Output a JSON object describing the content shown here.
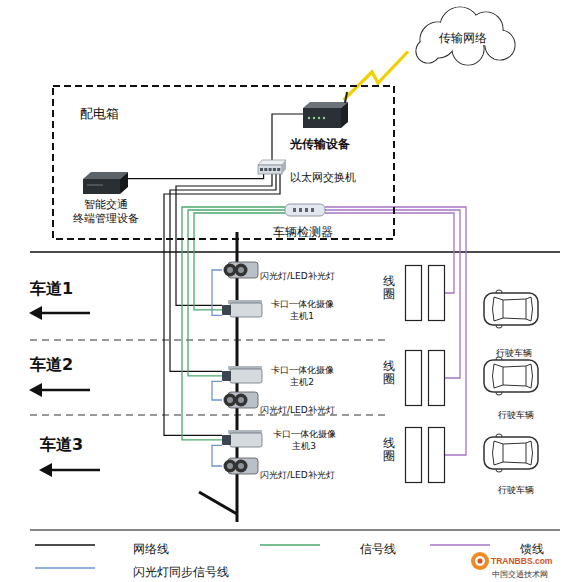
{
  "diagram": {
    "nodes": [
      {
        "text": [
          "配电箱"
        ]
      },
      {
        "text": [
          "光传输设备"
        ],
        "in": 0
      },
      {
        "text": [
          "以太网交换机"
        ],
        "in": 0
      },
      {
        "text": [
          "智能交通 终端管理设备"
        ],
        "in": 0
      },
      {
        "text": [
          "车辆检测器"
        ],
        "in": 0
      },
      {
        "text": [
          "传输网络"
        ]
      },
      {
        "text": [
          "闪光灯/LED补光灯"
        ]
      },
      {
        "text": [
          "卡口一体化摄像 主机1"
        ]
      },
      {
        "text": [
          "卡口一体化摄像 主机2"
        ]
      },
      {
        "text": [
          "闪光灯/LED补光灯"
        ]
      },
      {
        "text": [
          "卡口一体化摄像 主机3"
        ]
      },
      {
        "text": [
          "闪光灯/LED补光灯"
        ]
      },
      {
        "text": [
          "线圈"
        ]
      },
      {
        "text": [
          "线圈"
        ]
      },
      {
        "text": [
          "线圈"
        ]
      },
      {
        "text": [
          "行驶车辆"
        ]
      },
      {
        "text": [
          "行驶车辆"
        ]
      },
      {
        "text": [
          "行驶车辆"
        ]
      }
    ],
    "edges": [
      {
        "from": 1,
        "to": 5,
        "arrow": "none"
      },
      {
        "from": 2,
        "to": 1,
        "arrow": "none"
      },
      {
        "from": 3,
        "to": 2,
        "arrow": "none"
      },
      {
        "from": 2,
        "to": 7,
        "arrow": "none"
      },
      {
        "from": 2,
        "to": 8,
        "arrow": "none"
      },
      {
        "from": 2,
        "to": 10,
        "arrow": "none"
      },
      {
        "from": 4,
        "to": 7,
        "arrow": "none"
      },
      {
        "from": 4,
        "to": 8,
        "arrow": "none"
      },
      {
        "from": 4,
        "to": 10,
        "arrow": "none"
      },
      {
        "from": 4,
        "to": 12,
        "arrow": "none"
      },
      {
        "from": 4,
        "to": 13,
        "arrow": "none"
      },
      {
        "from": 4,
        "to": 14,
        "arrow": "none"
      },
      {
        "from": 7,
        "to": 6,
        "arrow": "none"
      },
      {
        "from": 8,
        "to": 9,
        "arrow": "none"
      },
      {
        "from": 10,
        "to": 11,
        "arrow": "none"
      }
    ],
    "labels": [
      "车道1",
      "车道2",
      "车道3",
      "TRANBBS.com",
      "中国交通技术网"
    ],
    "legend": [
      {
        "text": "网络线"
      },
      {
        "text": "信号线"
      },
      {
        "text": "馈线"
      },
      {
        "text": "闪光灯同步信号线"
      }
    ]
  }
}
